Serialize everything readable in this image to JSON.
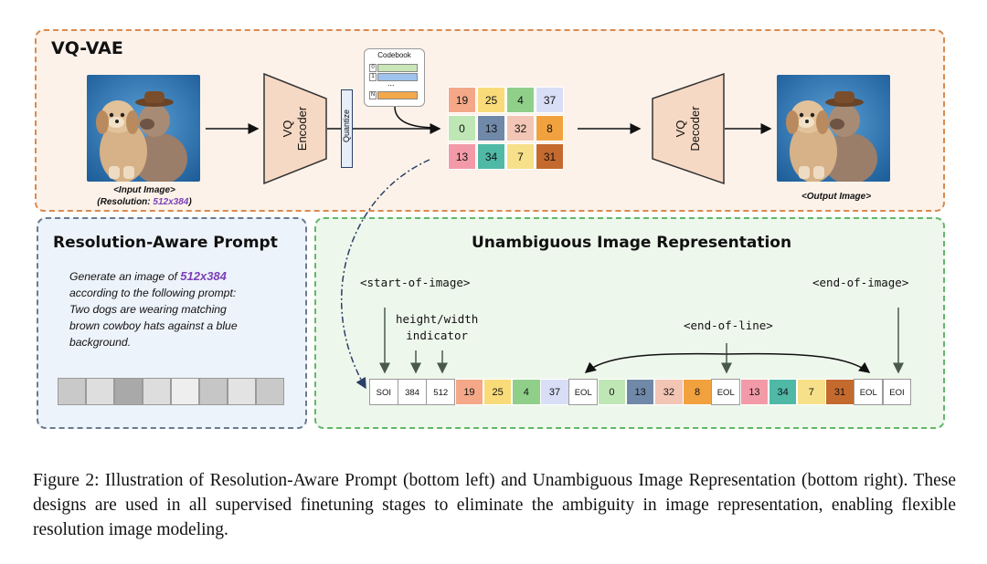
{
  "vq_vae": {
    "title": "VQ-VAE",
    "input_caption": "<Input Image>",
    "input_resolution_prefix": "(Resolution: ",
    "input_resolution_value": "512x384",
    "input_resolution_suffix": ")",
    "output_caption": "<Output Image>",
    "encoder": {
      "line1": "VQ",
      "line2": "Encoder"
    },
    "decoder": {
      "line1": "VQ",
      "line2": "Decoder"
    },
    "quantize_label": "Quantize",
    "codebook": {
      "title": "Codebook",
      "rows": [
        {
          "index": "0",
          "color": "#c9e6b8"
        },
        {
          "index": "1",
          "color": "#9fc3ec"
        },
        {
          "index": "N",
          "color": "#f3a84a"
        }
      ],
      "ellipsis": "..."
    },
    "grid": [
      [
        {
          "v": "19",
          "c": "#f4a888"
        },
        {
          "v": "25",
          "c": "#f9db7a"
        },
        {
          "v": "4",
          "c": "#8fcf8a"
        },
        {
          "v": "37",
          "c": "#d9def7"
        }
      ],
      [
        {
          "v": "0",
          "c": "#bfe7b5"
        },
        {
          "v": "13",
          "c": "#7189a8"
        },
        {
          "v": "32",
          "c": "#f2c5b5"
        },
        {
          "v": "8",
          "c": "#f1a23e"
        }
      ],
      [
        {
          "v": "13",
          "c": "#f39aa8"
        },
        {
          "v": "34",
          "c": "#4fb9a6"
        },
        {
          "v": "7",
          "c": "#f7e08a"
        },
        {
          "v": "31",
          "c": "#c46a2e"
        }
      ]
    ]
  },
  "resolution_prompt": {
    "title": "Resolution-Aware Prompt",
    "line1_prefix": "Generate an image of ",
    "line1_res": "512x384",
    "line2": "according to the following prompt:",
    "line3": "Two dogs are wearing matching",
    "line4": "brown cowboy hats against a blue",
    "line5": "background.",
    "gray_tokens": [
      "#c9c9c9",
      "#dedede",
      "#a9a9a9",
      "#dddddd",
      "#eeeeee",
      "#c6c6c6",
      "#e3e3e3",
      "#c9c9c9"
    ]
  },
  "unambiguous": {
    "title": "Unambiguous Image Representation",
    "label_soi": "<start-of-image>",
    "label_hw_line1": "height/width",
    "label_hw_line2": "indicator",
    "label_eol": "<end-of-line>",
    "label_eoi": "<end-of-image>",
    "sequence": [
      {
        "v": "SOI",
        "c": "#ffffff"
      },
      {
        "v": "384",
        "c": "#ffffff"
      },
      {
        "v": "512",
        "c": "#ffffff"
      },
      {
        "v": "19",
        "c": "#f4a888"
      },
      {
        "v": "25",
        "c": "#f9db7a"
      },
      {
        "v": "4",
        "c": "#8fcf8a"
      },
      {
        "v": "37",
        "c": "#d9def7"
      },
      {
        "v": "EOL",
        "c": "#ffffff"
      },
      {
        "v": "0",
        "c": "#bfe7b5"
      },
      {
        "v": "13",
        "c": "#7189a8"
      },
      {
        "v": "32",
        "c": "#f2c5b5"
      },
      {
        "v": "8",
        "c": "#f1a23e"
      },
      {
        "v": "EOL",
        "c": "#ffffff"
      },
      {
        "v": "13",
        "c": "#f39aa8"
      },
      {
        "v": "34",
        "c": "#4fb9a6"
      },
      {
        "v": "7",
        "c": "#f7e08a"
      },
      {
        "v": "31",
        "c": "#c46a2e"
      },
      {
        "v": "EOL",
        "c": "#ffffff"
      },
      {
        "v": "EOI",
        "c": "#ffffff"
      }
    ]
  },
  "figure_caption": "Figure 2: Illustration of Resolution-Aware Prompt (bottom left) and Unambiguous Image Representation (bottom right). These designs are used in all supervised finetuning stages to eliminate the ambiguity in image representation, enabling flexible resolution image modeling."
}
